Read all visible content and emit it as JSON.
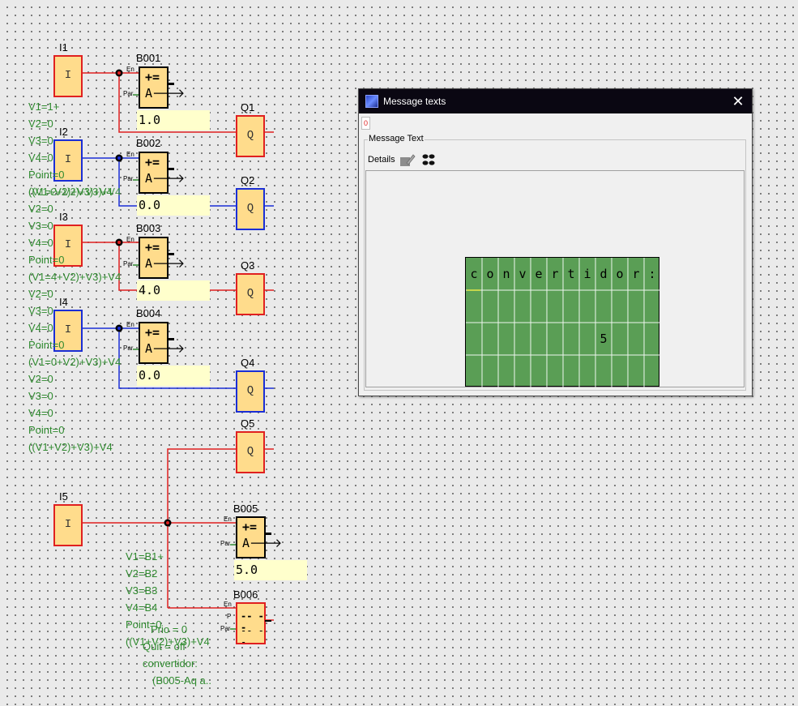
{
  "inputs": [
    {
      "name": "I1",
      "symbol": "I"
    },
    {
      "name": "I2",
      "symbol": "I"
    },
    {
      "name": "I3",
      "symbol": "I"
    },
    {
      "name": "I4",
      "symbol": "I"
    },
    {
      "name": "I5",
      "symbol": "I"
    }
  ],
  "outputs": [
    {
      "name": "Q1",
      "symbol": "Q"
    },
    {
      "name": "Q2",
      "symbol": "Q"
    },
    {
      "name": "Q3",
      "symbol": "Q"
    },
    {
      "name": "Q4",
      "symbol": "Q"
    },
    {
      "name": "Q5",
      "symbol": "Q"
    }
  ],
  "adders": [
    {
      "name": "B001",
      "value": "1.0",
      "pin_en": "En",
      "pin_par": "Par",
      "op_top": "+=",
      "op_bottom": "A🡒"
    },
    {
      "name": "B002",
      "value": "0.0",
      "pin_en": "En",
      "pin_par": "Par",
      "op_top": "+=",
      "op_bottom": "A🡒"
    },
    {
      "name": "B003",
      "value": "4.0",
      "pin_en": "En",
      "pin_par": "Par",
      "op_top": "+=",
      "op_bottom": "A🡒"
    },
    {
      "name": "B004",
      "value": "0.0",
      "pin_en": "En",
      "pin_par": "Par",
      "op_top": "+=",
      "op_bottom": "A🡒"
    },
    {
      "name": "B005",
      "value": "5.0",
      "pin_en": "En",
      "pin_par": "Par",
      "op_top": "+=",
      "op_bottom": "A🡒"
    }
  ],
  "text_block": {
    "name": "B006",
    "line1": "-- --",
    "line2": "-- --",
    "pin_en": "En",
    "pin_p": "P",
    "pin_par": "Par"
  },
  "param_texts": [
    "V1=1+",
    "V2=0",
    "V3=0",
    "V4=0",
    "Point=0",
    "((V1+V2)+V3)+V4",
    "(V1=2+V2)+V3)+V4",
    "V2=0",
    "V3=0",
    "V4=0",
    "Point=0",
    "(V1=4+V2)+V3)+V4",
    "V2=0",
    "V3=0",
    "V4=0",
    "Point=0",
    "(V1=0+V2)+V3)+V4",
    "V2=0",
    "V3=0",
    "V4=0",
    "Point=0",
    "((V1+V2)+V3)+V4",
    "V1=B1+",
    "V2=B2",
    "V3=B3",
    "V4=B4",
    "Point=0",
    "((V1+V2)+V3)+V4",
    "Prio = 0",
    "Quit = off",
    "convertidor:",
    "(B005-Aq a.."
  ],
  "dialog": {
    "title": "Message texts",
    "close_glyph": "✕",
    "tab_label": "0",
    "group_label": "Message Text",
    "details_label": "Details",
    "lcd_rows": [
      "convertidor:",
      "",
      "        5   ",
      ""
    ],
    "lcd_color": "#5a9e55"
  },
  "colors": {
    "wire_red": "#e02020",
    "wire_blue": "#1a2ed6",
    "block_fill": "#ffdc8c",
    "param_green": "#2f8a2f"
  }
}
